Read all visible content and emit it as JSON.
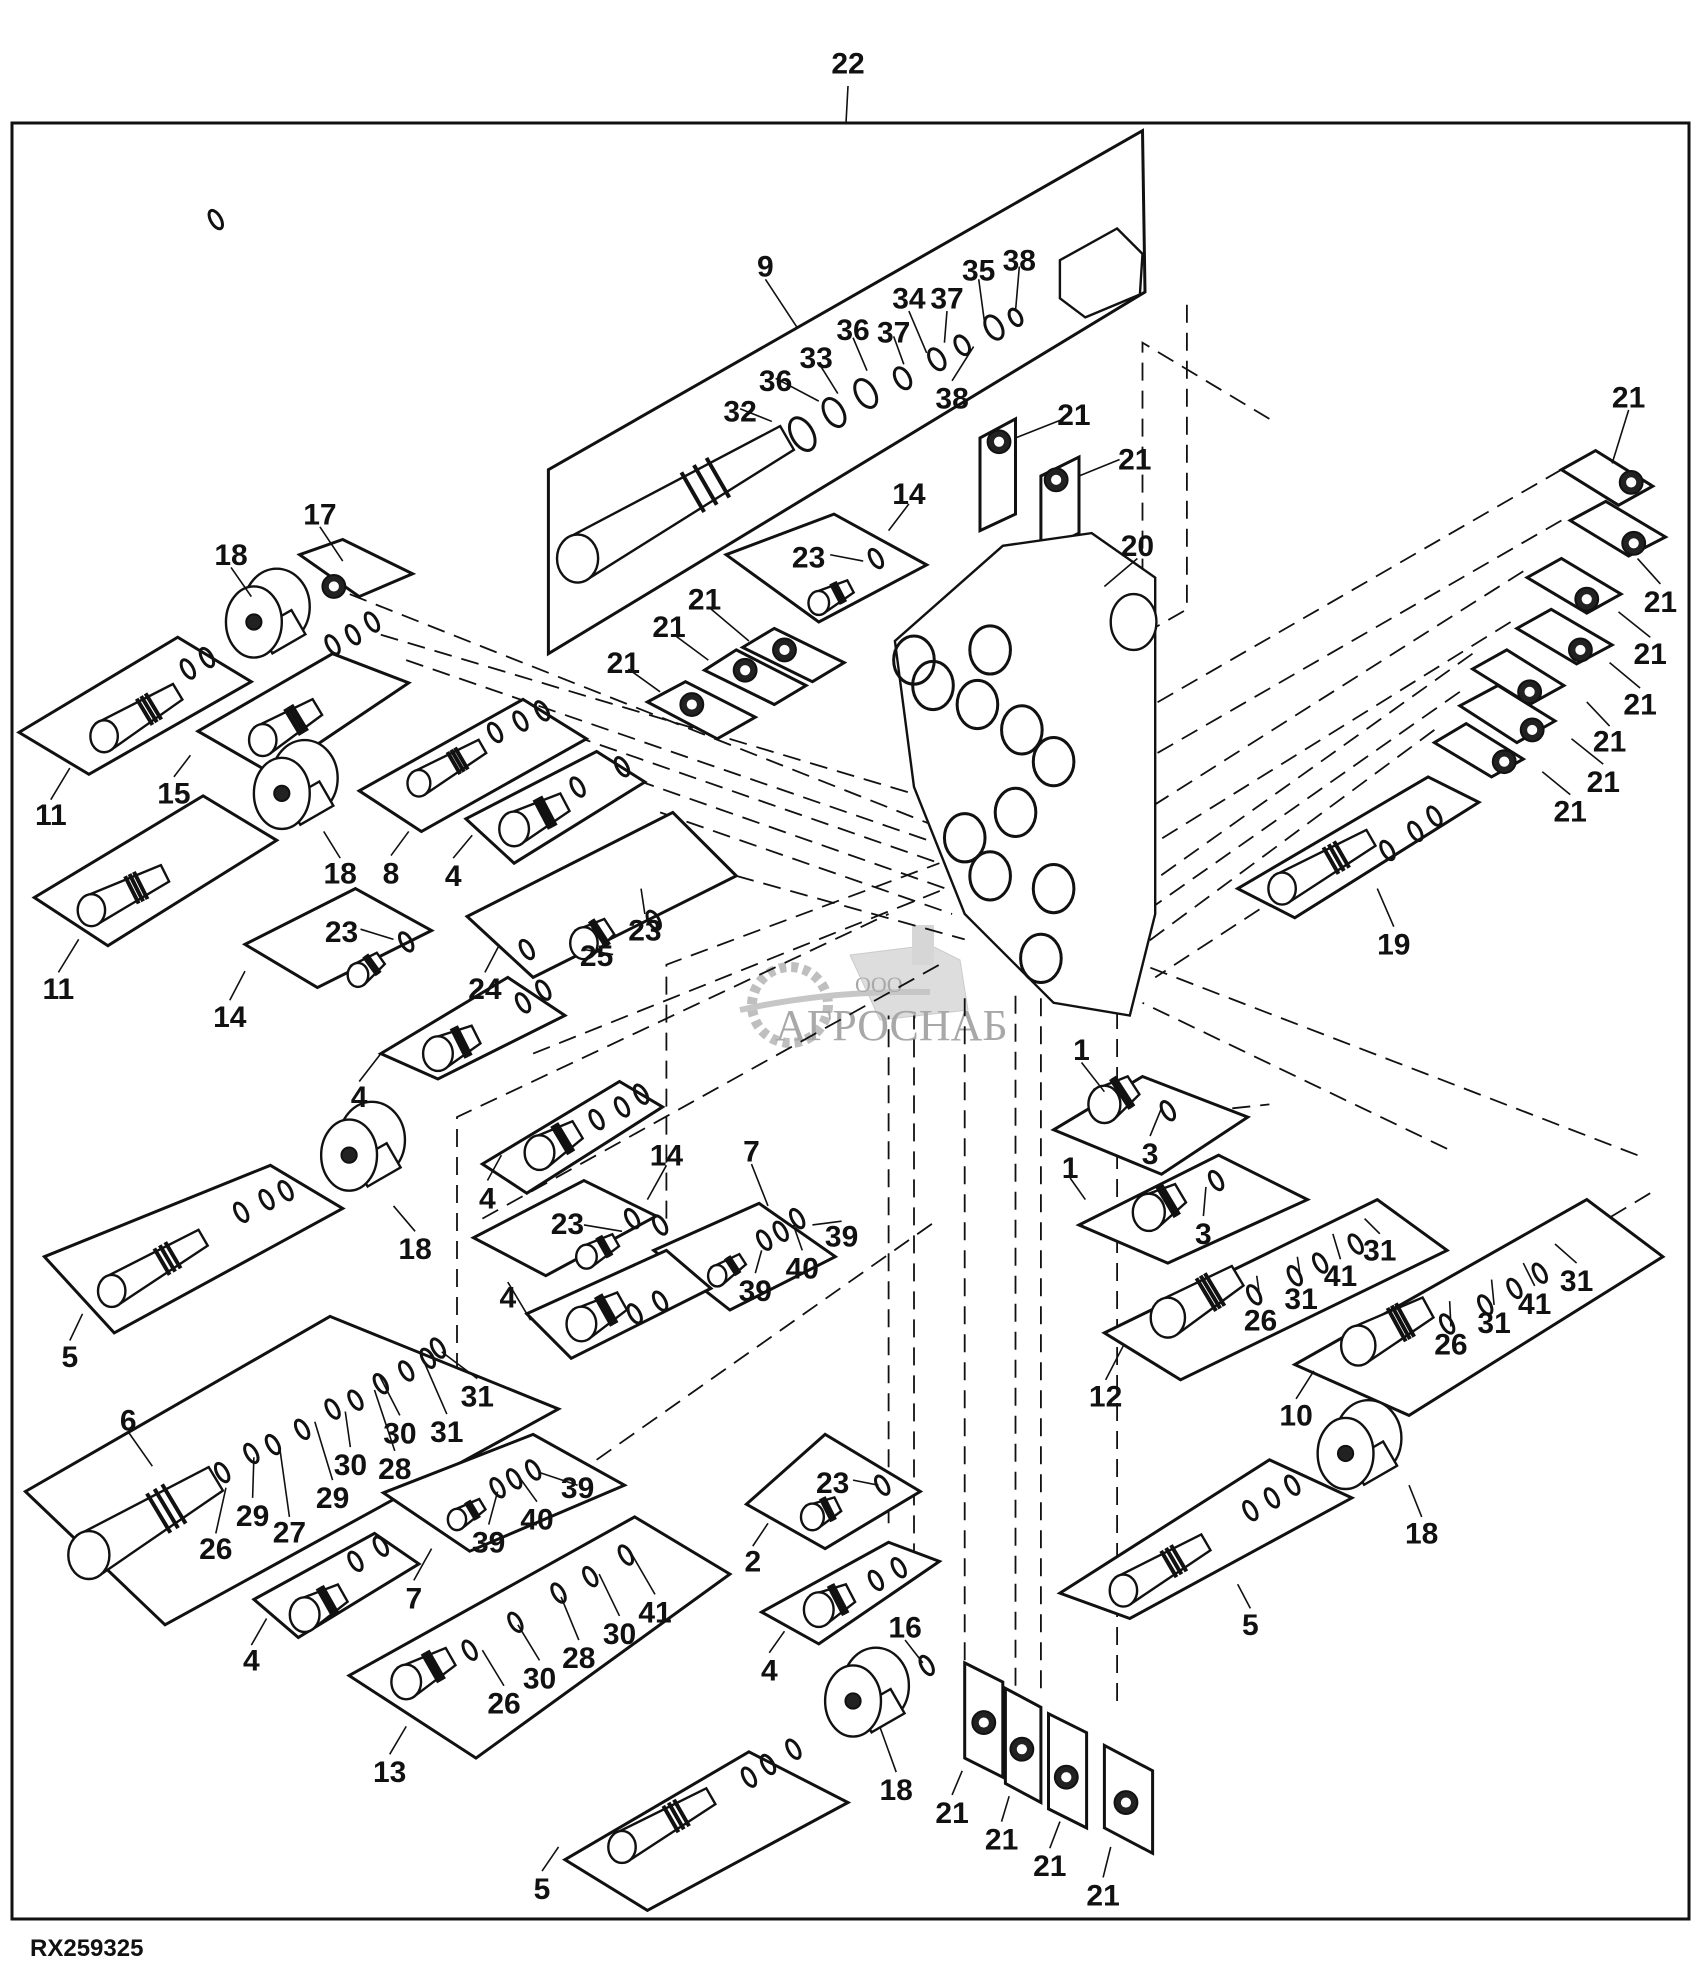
{
  "figure": {
    "assembly_label": "22",
    "figure_code": "RX259325",
    "watermark": {
      "prefix": "ООО",
      "name": "АГРОСНАБ"
    }
  },
  "callouts": [
    "22",
    "9",
    "32",
    "36",
    "33",
    "36",
    "37",
    "34",
    "37",
    "35",
    "38",
    "38",
    "21",
    "21",
    "14",
    "23",
    "20",
    "21",
    "21",
    "21",
    "17",
    "18",
    "11",
    "15",
    "18",
    "8",
    "4",
    "11",
    "14",
    "23",
    "25",
    "23",
    "24",
    "21",
    "21",
    "21",
    "21",
    "21",
    "21",
    "21",
    "19",
    "4",
    "18",
    "5",
    "4",
    "14",
    "7",
    "23",
    "39",
    "39",
    "40",
    "4",
    "1",
    "3",
    "1",
    "3",
    "12",
    "26",
    "31",
    "41",
    "31",
    "10",
    "26",
    "31",
    "41",
    "31",
    "18",
    "5",
    "6",
    "26",
    "29",
    "27",
    "29",
    "30",
    "28",
    "30",
    "31",
    "31",
    "39",
    "40",
    "39",
    "7",
    "4",
    "41",
    "30",
    "28",
    "30",
    "26",
    "13",
    "2",
    "23",
    "4",
    "16",
    "18",
    "5",
    "21",
    "21",
    "21",
    "21"
  ],
  "parts_legend": {
    "assembly": "22",
    "valve_body": "20",
    "cartridge_groups": [
      "1",
      "2",
      "4",
      "5",
      "6",
      "7",
      "8",
      "9",
      "10",
      "11",
      "12",
      "13",
      "14",
      "15",
      "17",
      "19",
      "24"
    ],
    "solenoid_coil": "18",
    "plug_kit": "21",
    "seals": [
      "3",
      "16",
      "23",
      "25",
      "26",
      "27",
      "28",
      "29",
      "30",
      "31",
      "32",
      "33",
      "34",
      "35",
      "36",
      "37",
      "38",
      "39",
      "40",
      "41"
    ]
  }
}
